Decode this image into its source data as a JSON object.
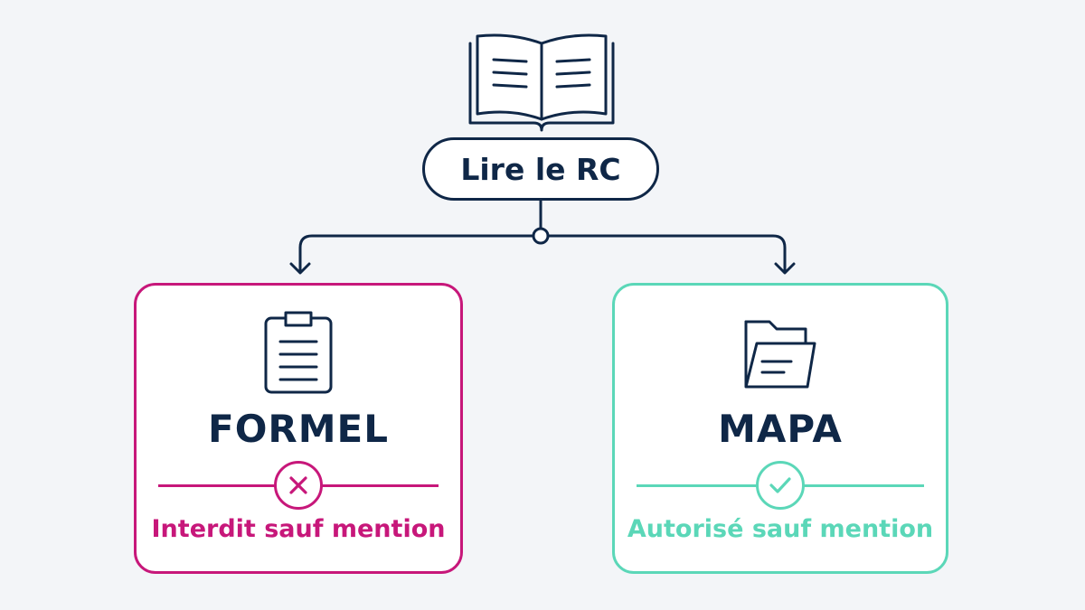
{
  "root": {
    "label": "Lire le RC",
    "icon": "open-book-icon"
  },
  "branches": [
    {
      "title": "FORMEL",
      "note": "Interdit sauf mention",
      "icon": "clipboard-icon",
      "status_icon": "cross-icon",
      "accent": "#c7177a"
    },
    {
      "title": "MAPA",
      "note": "Autorisé sauf mention",
      "icon": "folder-icon",
      "status_icon": "check-icon",
      "accent": "#5bd7b8"
    }
  ],
  "colors": {
    "ink": "#0f2747",
    "background": "#f3f5f8"
  }
}
